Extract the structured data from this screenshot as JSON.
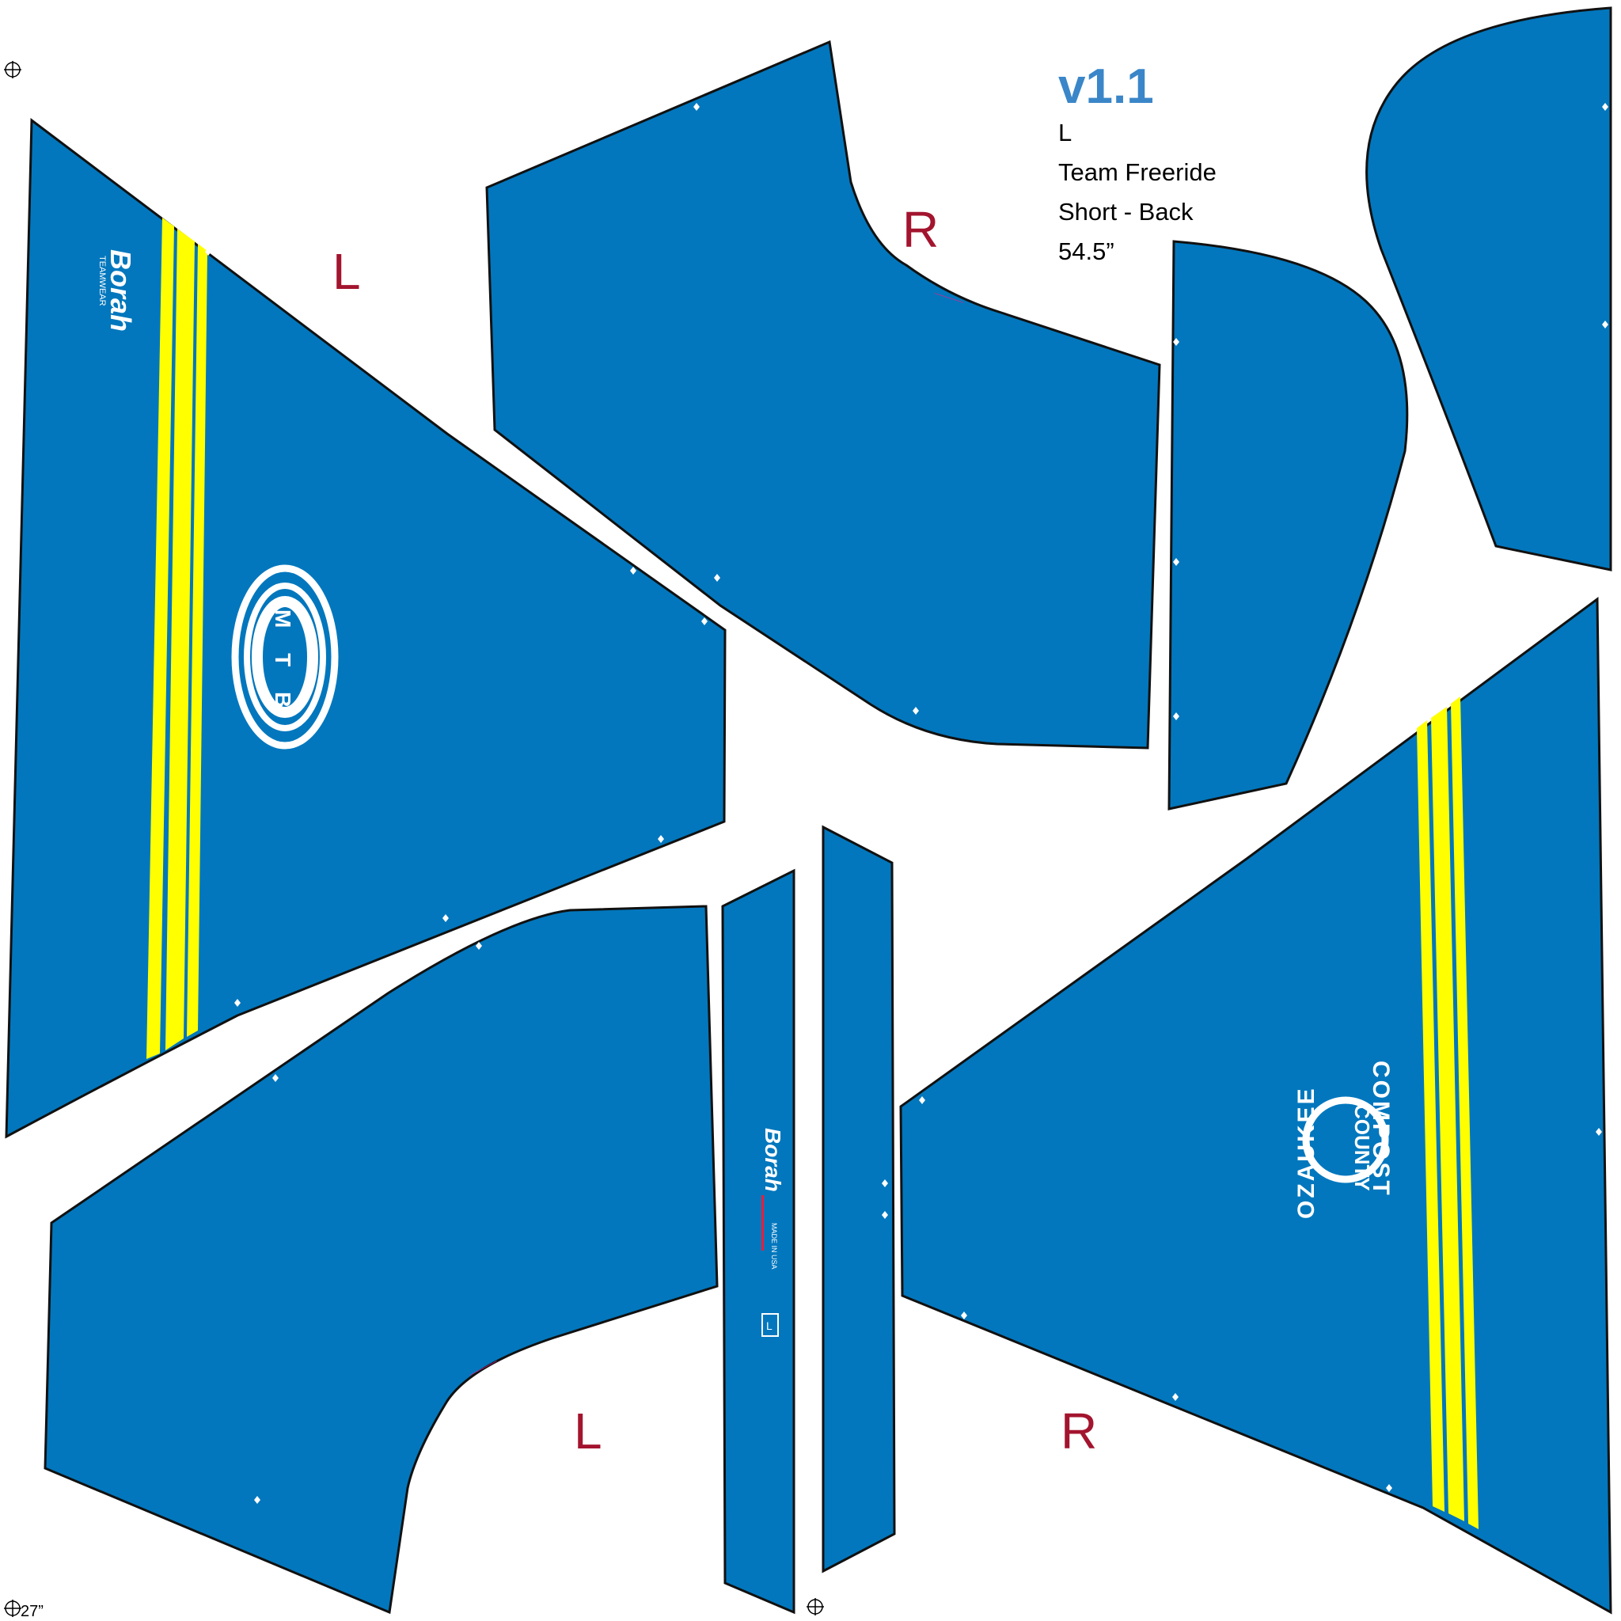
{
  "sheet": {
    "version": "v1.1",
    "size": "L",
    "product": "Team Freeride",
    "view": "Short - Back",
    "length": "54.5”",
    "width": "27”"
  },
  "side_labels": {
    "left_top": "L",
    "right_top": "R",
    "left_bottom": "L",
    "right_bottom": "R"
  },
  "logos": {
    "brand": "Borah",
    "brand_sub": "TEAMWEAR",
    "mtb_badge": "M T B",
    "sponsor_outer_1": "OZAUKEE",
    "sponsor_center": "COUNTY",
    "sponsor_outer_2": "COMPOST",
    "care_label": "MADE IN USA",
    "care_size": "L"
  },
  "colors": {
    "panel_fill": "#0277bd",
    "panel_stroke": "#111111",
    "stripe_yellow": "#ffff00",
    "side_label": "#a3142e",
    "version": "#3a86c8",
    "logo": "#ffffff",
    "notch_text": "#e81e8c"
  },
  "icons": {
    "registration_mark": "registration-crosshair-icon"
  }
}
